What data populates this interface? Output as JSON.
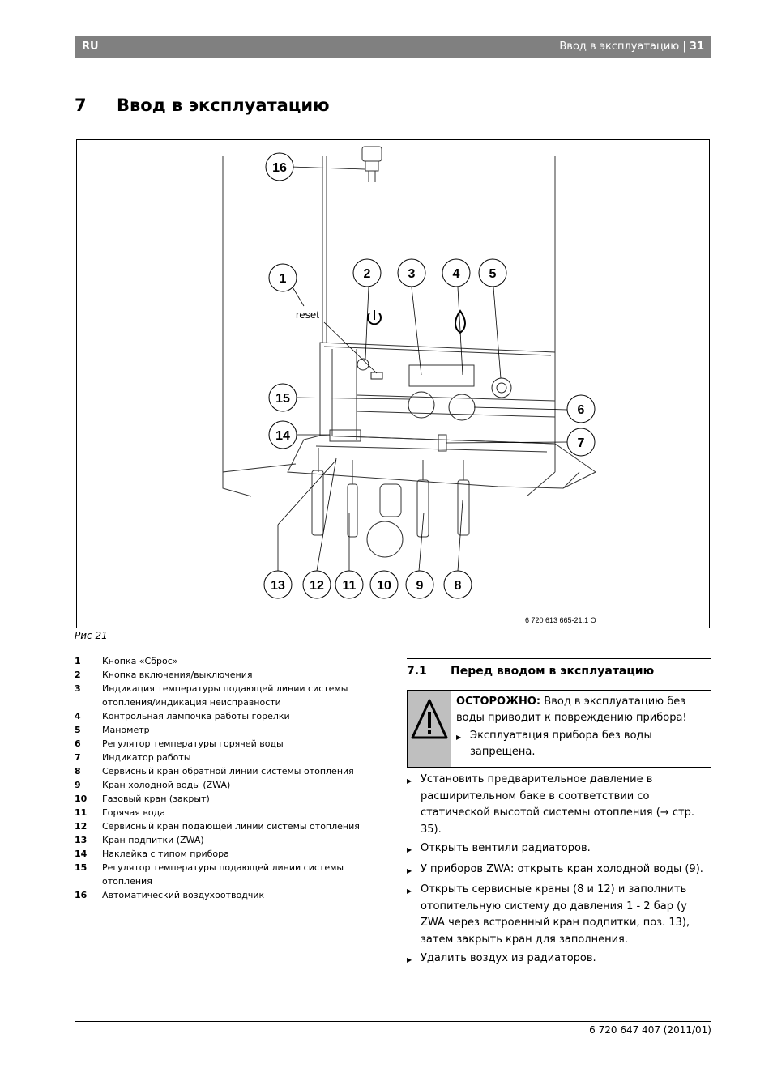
{
  "header": {
    "lang": "RU",
    "section": "Ввод в эксплуатацию",
    "separator": "|",
    "page": "31"
  },
  "chapter": {
    "number": "7",
    "title": "Ввод в эксплуатацию"
  },
  "figure": {
    "callouts": {
      "c1": "1",
      "c2": "2",
      "c3": "3",
      "c4": "4",
      "c5": "5",
      "c6": "6",
      "c7": "7",
      "c8": "8",
      "c9": "9",
      "c10": "10",
      "c11": "11",
      "c12": "12",
      "c13": "13",
      "c14": "14",
      "c15": "15",
      "c16": "16"
    },
    "reset_label": "reset",
    "code": "6 720 613 665-21.1 O",
    "caption": "Рис 21"
  },
  "legend": [
    {
      "n": "1",
      "text": "Кнопка «Сброс»"
    },
    {
      "n": "2",
      "text": "Кнопка включения/выключения"
    },
    {
      "n": "3",
      "text": "Индикация температуры подающей линии системы отопления/индикация неисправности"
    },
    {
      "n": "4",
      "text": "Контрольная лампочка работы горелки"
    },
    {
      "n": "5",
      "text": "Манометр"
    },
    {
      "n": "6",
      "text": "Регулятор температуры горячей воды"
    },
    {
      "n": "7",
      "text": "Индикатор работы"
    },
    {
      "n": "8",
      "text": "Сервисный кран обратной линии системы отопления"
    },
    {
      "n": "9",
      "text": "Кран холодной воды (ZWA)"
    },
    {
      "n": "10",
      "text": "Газовый кран (закрыт)"
    },
    {
      "n": "11",
      "text": "Горячая вода"
    },
    {
      "n": "12",
      "text": "Сервисный кран подающей линии системы отопления"
    },
    {
      "n": "13",
      "text": "Кран подпитки (ZWA)"
    },
    {
      "n": "14",
      "text": "Наклейка с типом прибора"
    },
    {
      "n": "15",
      "text": "Регулятор температуры подающей линии системы отопления"
    },
    {
      "n": "16",
      "text": "Автоматический воздухоотводчик"
    }
  ],
  "section": {
    "number": "7.1",
    "title": "Перед вводом в эксплуатацию"
  },
  "warning": {
    "label": "ОСТОРОЖНО:",
    "text": "Ввод в эксплуатацию без воды приводит к повреждению прибора!",
    "subitem": "Эксплуатация прибора без воды запрещена."
  },
  "steps": [
    "Установить предварительное давление в расширительном баке в соответствии со статической высотой системы отопления (→ стр. 35).",
    "Открыть вентили радиаторов.",
    "У приборов ZWA: открыть кран холодной воды (9).",
    "Открыть сервисные краны (8 и 12) и заполнить отопительную систему до давления 1 - 2 бар (у ZWA через встроенный кран подпитки, поз. 13), затем закрыть кран для заполнения.",
    "Удалить воздух из радиаторов."
  ],
  "footer": {
    "code": "6 720 647 407 (2011/01)"
  },
  "icons": {
    "bullet": "triangle-right-icon",
    "warning": "warning-triangle-icon"
  }
}
